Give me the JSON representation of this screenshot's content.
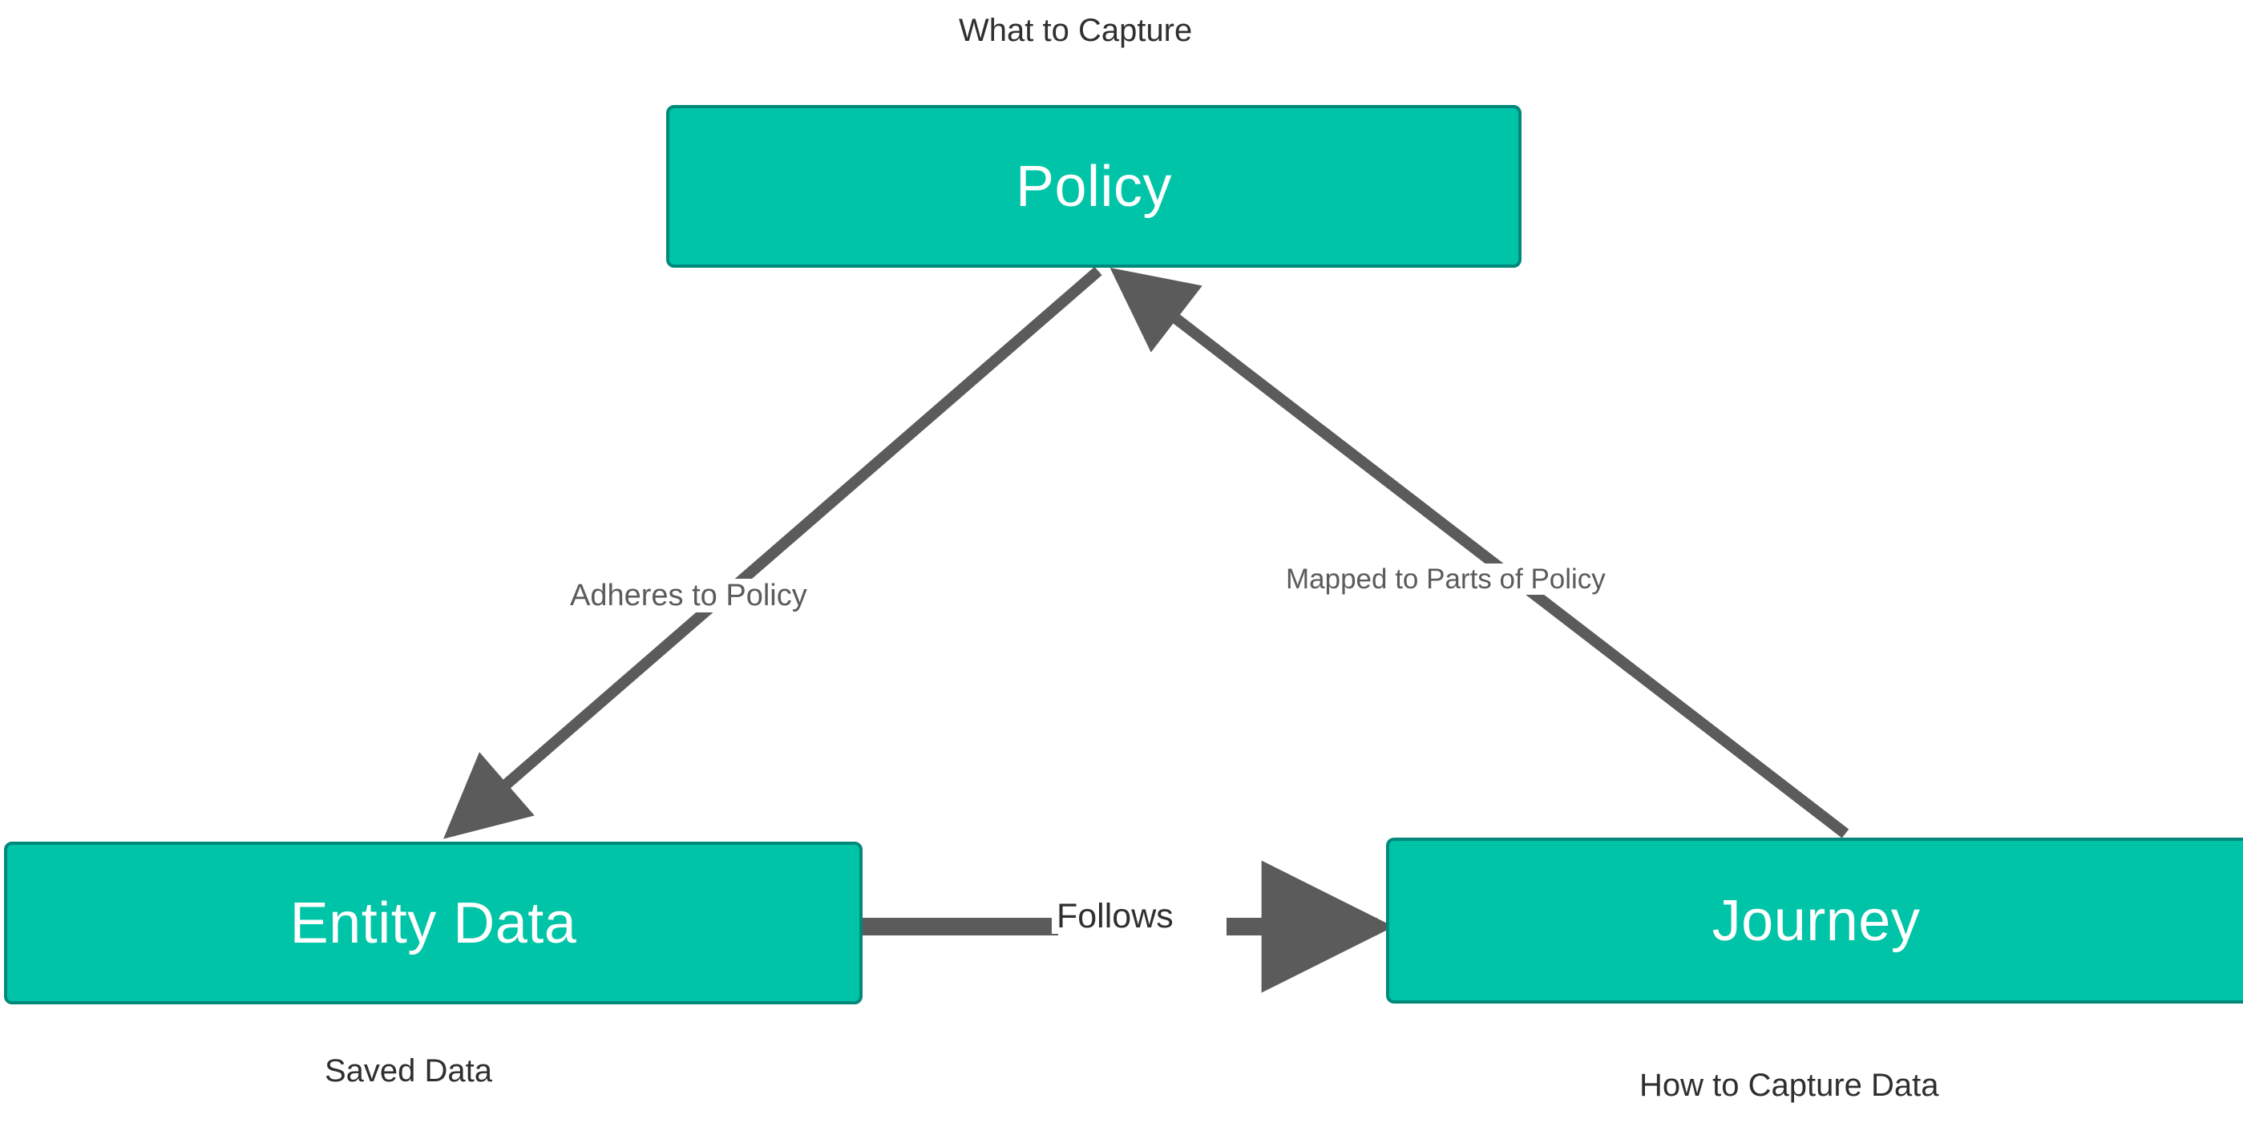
{
  "diagram": {
    "title_text": "What to Capture",
    "background_color": "#ffffff",
    "node_fill_color": "#00c4a7",
    "node_border_color": "#00897b",
    "node_text_color": "#ffffff",
    "connector_color": "#5b5b5b",
    "caption_text_color": "#2f2f2f",
    "edge_label_color": "#5b5b5b"
  },
  "nodes": [
    {
      "id": "policy",
      "label": "Policy",
      "caption": "What to Capture"
    },
    {
      "id": "entity_data",
      "label": "Entity Data",
      "caption": "Saved Data"
    },
    {
      "id": "journey",
      "label": "Journey",
      "caption": "How to Capture Data"
    }
  ],
  "edges": [
    {
      "id": "policy_to_entity",
      "label": "Adheres to Policy",
      "from": "Policy",
      "to": "Entity Data",
      "arrow": "to-entity-data"
    },
    {
      "id": "journey_to_policy",
      "label": "Mapped to Parts of Policy",
      "from": "Journey",
      "to": "Policy",
      "arrow": "to-policy"
    },
    {
      "id": "entity_to_journey",
      "label": "Follows",
      "from": "Entity Data",
      "to": "Journey",
      "arrow": "to-journey"
    }
  ],
  "chart_data": {
    "type": "diagram",
    "title": "What to Capture",
    "nodes": [
      {
        "name": "Policy",
        "caption": "What to Capture"
      },
      {
        "name": "Entity Data",
        "caption": "Saved Data"
      },
      {
        "name": "Journey",
        "caption": "How to Capture Data"
      }
    ],
    "links": [
      {
        "source": "Policy",
        "target": "Entity Data",
        "label": "Adheres to Policy",
        "directed": true
      },
      {
        "source": "Journey",
        "target": "Policy",
        "label": "Mapped to Parts of Policy",
        "directed": true
      },
      {
        "source": "Entity Data",
        "target": "Journey",
        "label": "Follows",
        "directed": true
      }
    ]
  }
}
